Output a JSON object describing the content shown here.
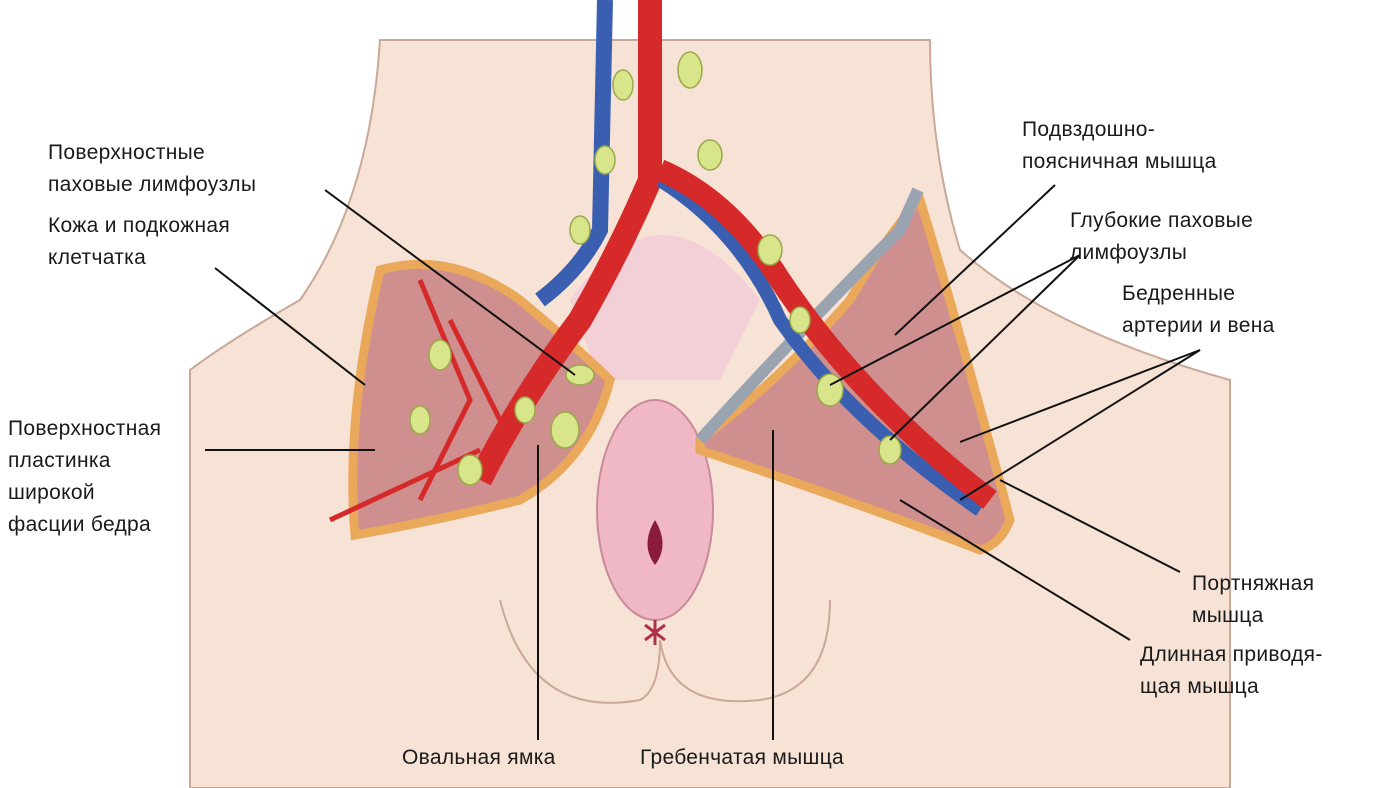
{
  "labels": {
    "superficial_nodes": [
      "Поверхностные",
      "паховые лимфоузлы"
    ],
    "skin": [
      "Кожа и подкожная",
      "клетчатка"
    ],
    "fascia": [
      "Поверхностная",
      "пластинка",
      "широкой",
      "фасции бедра"
    ],
    "oval_fossa": "Овальная ямка",
    "pectineus": "Гребенчатая мышца",
    "iliopsoas": [
      "Подвздошно-",
      "поясничная мышца"
    ],
    "deep_nodes": [
      "Глубокие паховые",
      "лимфоузлы"
    ],
    "femoral": [
      "Бедренные",
      "артерии и вена"
    ],
    "sartorius": [
      "Портняжная",
      "мышца"
    ],
    "adductor": [
      "Длинная приводя-",
      "щая мышца"
    ]
  },
  "colors": {
    "skin": "#f6e0d3",
    "artery": "#d62a2a",
    "vein": "#3a5fb0",
    "node": "#d8e58a",
    "muscle": "#c98a8a",
    "flap": "#e9a85a"
  }
}
